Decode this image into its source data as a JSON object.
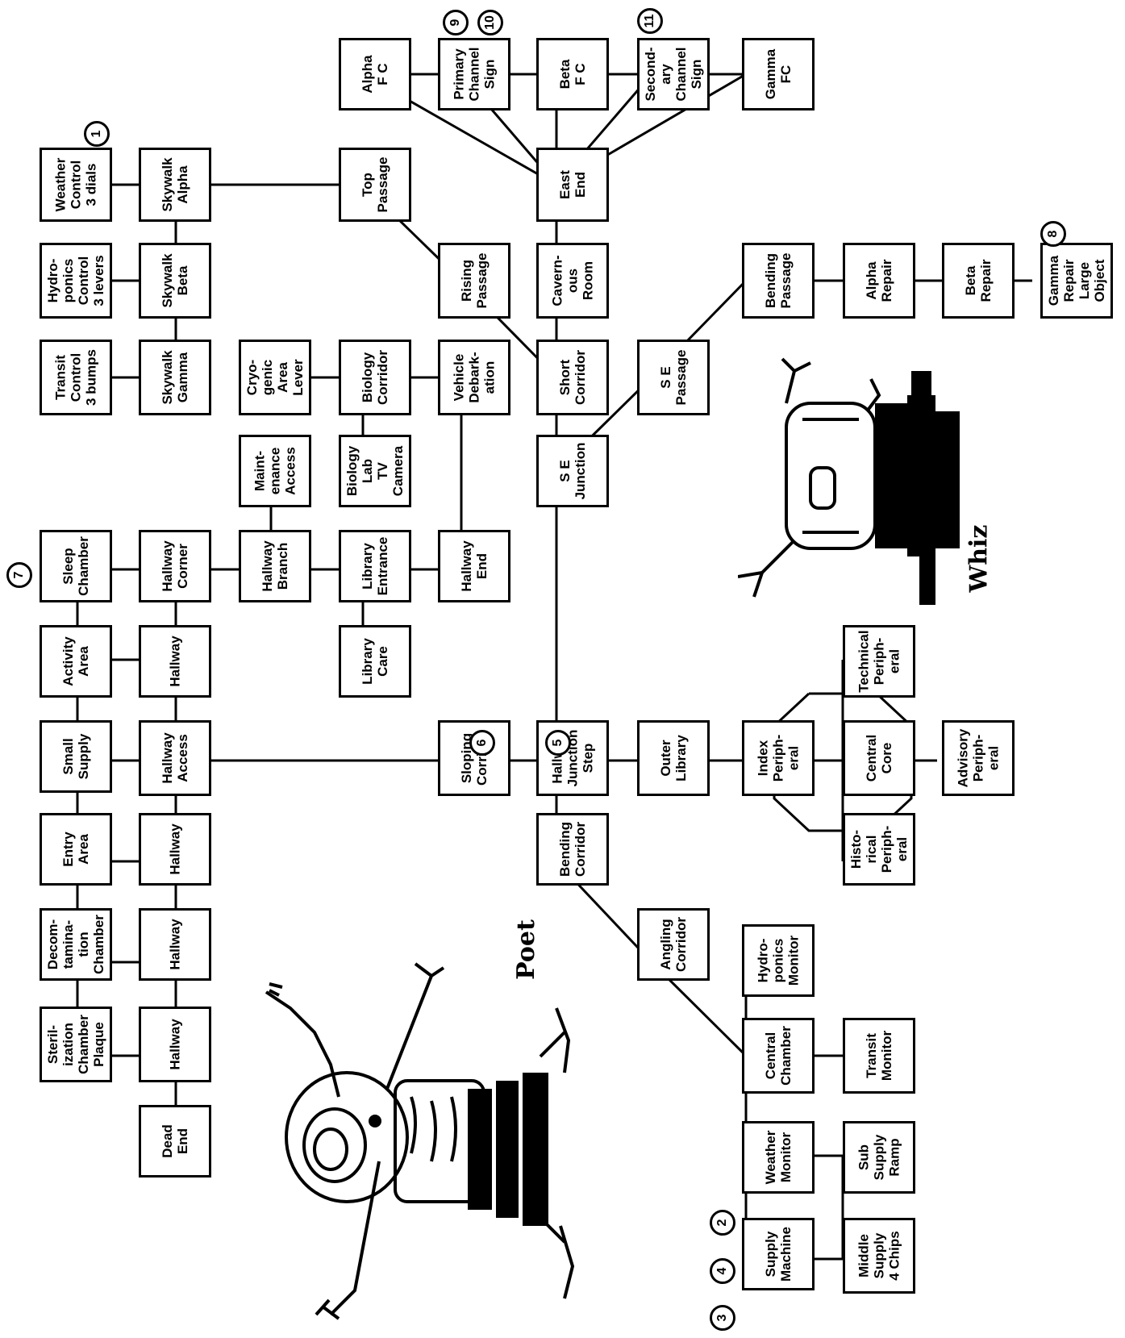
{
  "rooms": {
    "dead_end": "Dead\nEnd",
    "hallway_1": "Hallway",
    "hallway_2": "Hallway",
    "hallway_3": "Hallway",
    "hallway_access": "Hallway\nAccess",
    "hallway_4": "Hallway",
    "hallway_corner": "Hallway\nCorner",
    "sterilization": "Steril-\nization\nChamber\nPlaque",
    "decontamination": "Decom-\ntamina-\ntion\nChamber",
    "entry_area": "Entry\nArea",
    "small_supply": "Small\nSupply",
    "activity_area": "Activity\nArea",
    "sleep_chamber": "Sleep\nChamber",
    "transit_control": "Transit\nControl\n3 bumps",
    "hydroponics_control": "Hydro-\nponics\nControl\n3 levers",
    "weather_control": "Weather\nControl\n3 dials",
    "skywalk_gamma": "Skywalk\nGamma",
    "skywalk_beta": "Skywalk\nBeta",
    "skywalk_alpha": "Skywalk\nAlpha",
    "hallway_branch": "Hallway\nBranch",
    "maintenance_access": "Maint-\nenance\nAccess",
    "cryogenic_area": "Cryo-\ngenic\nArea\nLever",
    "library_care": "Library\nCare",
    "library_entrance": "Library\nEntrance",
    "biology_lab": "Biology\nLab\nTV\nCamera",
    "biology_corridor": "Biology\nCorridor",
    "top_passage": "Top\nPassage",
    "hallway_end": "Hallway\nEnd",
    "vehicle_debarkation": "Vehicle\nDebark-\nation",
    "rising_passage": "Rising\nPassage",
    "sloping_corridor": "Sloping\nCorridor",
    "alpha_fc": "Alpha\nF C",
    "primary_channel_sign": "Primary\nChannel\nSign",
    "beta_fc": "Beta\nF C",
    "secondary_channel_sign": "Second-\nary\nChannel\nSign",
    "gamma_fc": "Gamma\nFC",
    "east_end": "East\nEnd",
    "cavernous_room": "Cavern-\nous\nRoom",
    "short_corridor": "Short\nCorridor",
    "se_junction": "S E\nJunction",
    "hallway_junction_step": "Hallway\nJunction\nStep",
    "bending_corridor": "Bending\nCorridor",
    "se_passage": "S E\nPassage",
    "bending_passage": "Bending\nPassage",
    "alpha_repair": "Alpha\nRepair",
    "beta_repair": "Beta\nRepair",
    "gamma_repair": "Gamma\nRepair\nLarge\nObject",
    "outer_library": "Outer\nLibrary",
    "index_peripheral": "Index\nPeriph-\neral",
    "central_core": "Central\nCore",
    "advisory_peripheral": "Advisory\nPeriph-\neral",
    "technical_peripheral": "Technical\nPeriph-\neral",
    "historical_peripheral": "Histo-\nrical\nPeriph-\neral",
    "angling_corridor": "Angling\nCorridor",
    "hydroponics_monitor": "Hydro-\nponics\nMonitor",
    "central_chamber": "Central\nChamber",
    "transit_monitor": "Transit\nMonitor",
    "weather_monitor": "Weather\nMonitor",
    "sub_supply_ramp": "Sub\nSupply\nRamp",
    "supply_machine": "Supply\nMachine",
    "middle_supply": "Middle\nSupply\n4 Chips"
  },
  "markers": {
    "m1": "1",
    "m2": "2",
    "m3": "3",
    "m4": "4",
    "m5": "5",
    "m6": "6",
    "m7": "7",
    "m8": "8",
    "m9": "9",
    "m10": "10",
    "m11": "11"
  },
  "robots": {
    "poet_caption": "Poet",
    "whiz_caption": "Whiz"
  }
}
